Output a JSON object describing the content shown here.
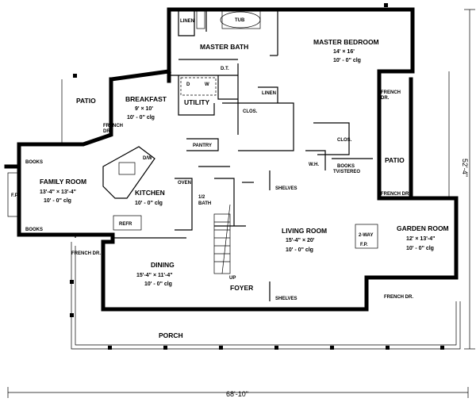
{
  "plan": {
    "overall_width": "68'-10\"",
    "overall_depth": "52'-4\"",
    "rooms": {
      "master_bedroom": {
        "name": "MASTER BEDROOM",
        "size": "14' × 16'",
        "ceiling": "10' - 0\" clg"
      },
      "master_bath": {
        "name": "MASTER BATH"
      },
      "breakfast": {
        "name": "BREAKFAST",
        "size": "9' × 10'",
        "ceiling": "10' - 0\" clg"
      },
      "utility": {
        "name": "UTILITY"
      },
      "family_room": {
        "name": "FAMILY ROOM",
        "size": "13'-4\" × 13'-4\"",
        "ceiling": "10' - 0\" clg"
      },
      "kitchen": {
        "name": "KITCHEN",
        "ceiling": "10' - 0\" clg"
      },
      "dining": {
        "name": "DINING",
        "size": "15'-4\" × 11'-4\"",
        "ceiling": "10' - 0\" clg"
      },
      "living_room": {
        "name": "LIVING ROOM",
        "size": "15'-4\" × 20'",
        "ceiling": "10' - 0\" clg"
      },
      "garden_room": {
        "name": "GARDEN ROOM",
        "size": "12' × 13'-4\"",
        "ceiling": "10' - 0\" clg"
      },
      "foyer": {
        "name": "FOYER"
      },
      "porch": {
        "name": "PORCH"
      },
      "patio_left": {
        "name": "PATIO"
      },
      "patio_right": {
        "name": "PATIO"
      }
    },
    "labels": {
      "linen_top": "LINEN",
      "tub": "TUB",
      "dt": "D.T.",
      "d": "D",
      "w": "W",
      "linen_mid": "LINEN",
      "clos_1": "CLOS.",
      "clos_2": "CLOS.",
      "wh": "W.H.",
      "books_tv_1": "BOOKS",
      "books_tv_2": "TV/STEREO",
      "pantry": "PANTRY",
      "dw": "D/W",
      "oven": "OVEN",
      "half_bath_1": "1/2",
      "half_bath_2": "BATH",
      "refr": "REFR",
      "shelves_top": "SHELVES",
      "shelves_bottom": "SHELVES",
      "up": "UP",
      "books_top": "BOOKS",
      "books_bottom": "BOOKS",
      "fp_left": "F.P.",
      "fp_right": "F.P.",
      "two_way": "2-WAY",
      "french_top_1": "FRENCH",
      "french_top_2": "DR.",
      "french_right_1": "FRENCH",
      "french_right_2": "DR.",
      "french_dr_left": "FRENCH DR.",
      "french_dr_right": "FRENCH DR.",
      "french_dr_garden": "FRENCH DR."
    }
  }
}
